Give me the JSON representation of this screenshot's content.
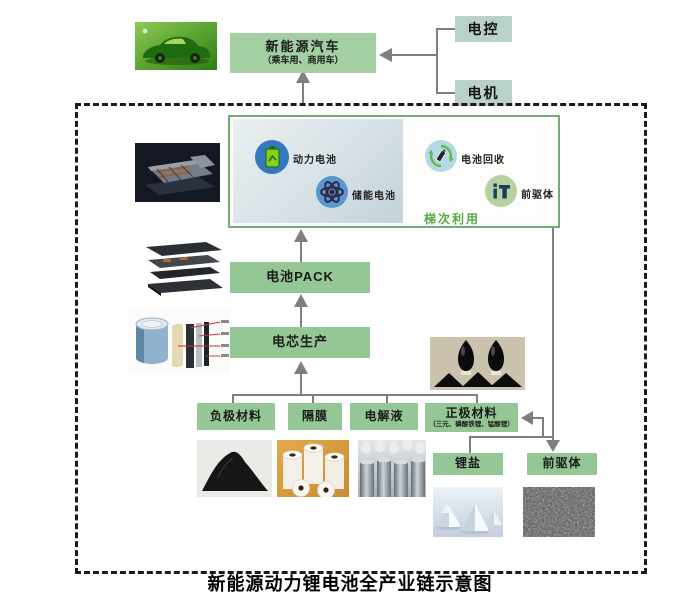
{
  "top": {
    "vehicle_title": "新能源汽车",
    "vehicle_subtitle": "（乘车用、商用车）",
    "controller_label": "电控",
    "motor_label": "电机"
  },
  "recycle_panel": {
    "power_battery_label": "动力电池",
    "storage_battery_label": "储能电池",
    "battery_recycling_label": "电池回收",
    "precursor_label": "前驱体",
    "cascade_use_label": "梯次利用"
  },
  "chain": {
    "pack_label": "电池PACK",
    "cell_production_label": "电芯生产"
  },
  "materials": [
    {
      "label": "负极材料"
    },
    {
      "label": "隔膜"
    },
    {
      "label": "电解液"
    },
    {
      "label": "正极材料",
      "subtitle": "（三元、磷酸铁锂、锰酸锂）"
    }
  ],
  "upstream": {
    "lithium_salt_label": "锂盐",
    "precursor_label": "前驱体"
  },
  "caption": "新能源动力锂电池全产业链示意图",
  "icons": {
    "power_battery": "battery-icon",
    "storage_battery": "atom-icon",
    "battery_recycling": "recycle-arrows-icon",
    "precursor": "it-mark-icon"
  },
  "colors": {
    "box_green": "#94c795",
    "box_green_light": "#a3cfa3",
    "box_teal": "#bad1cb",
    "panel_border": "#6fae72",
    "line_gray": "#7f7f7f",
    "cascade_green": "#55a843",
    "circle_blue_dark": "#3377bd",
    "circle_blue": "#5b97cf",
    "circle_light_blue": "#b3d9e6",
    "circle_light_green": "#b6d2a0"
  }
}
